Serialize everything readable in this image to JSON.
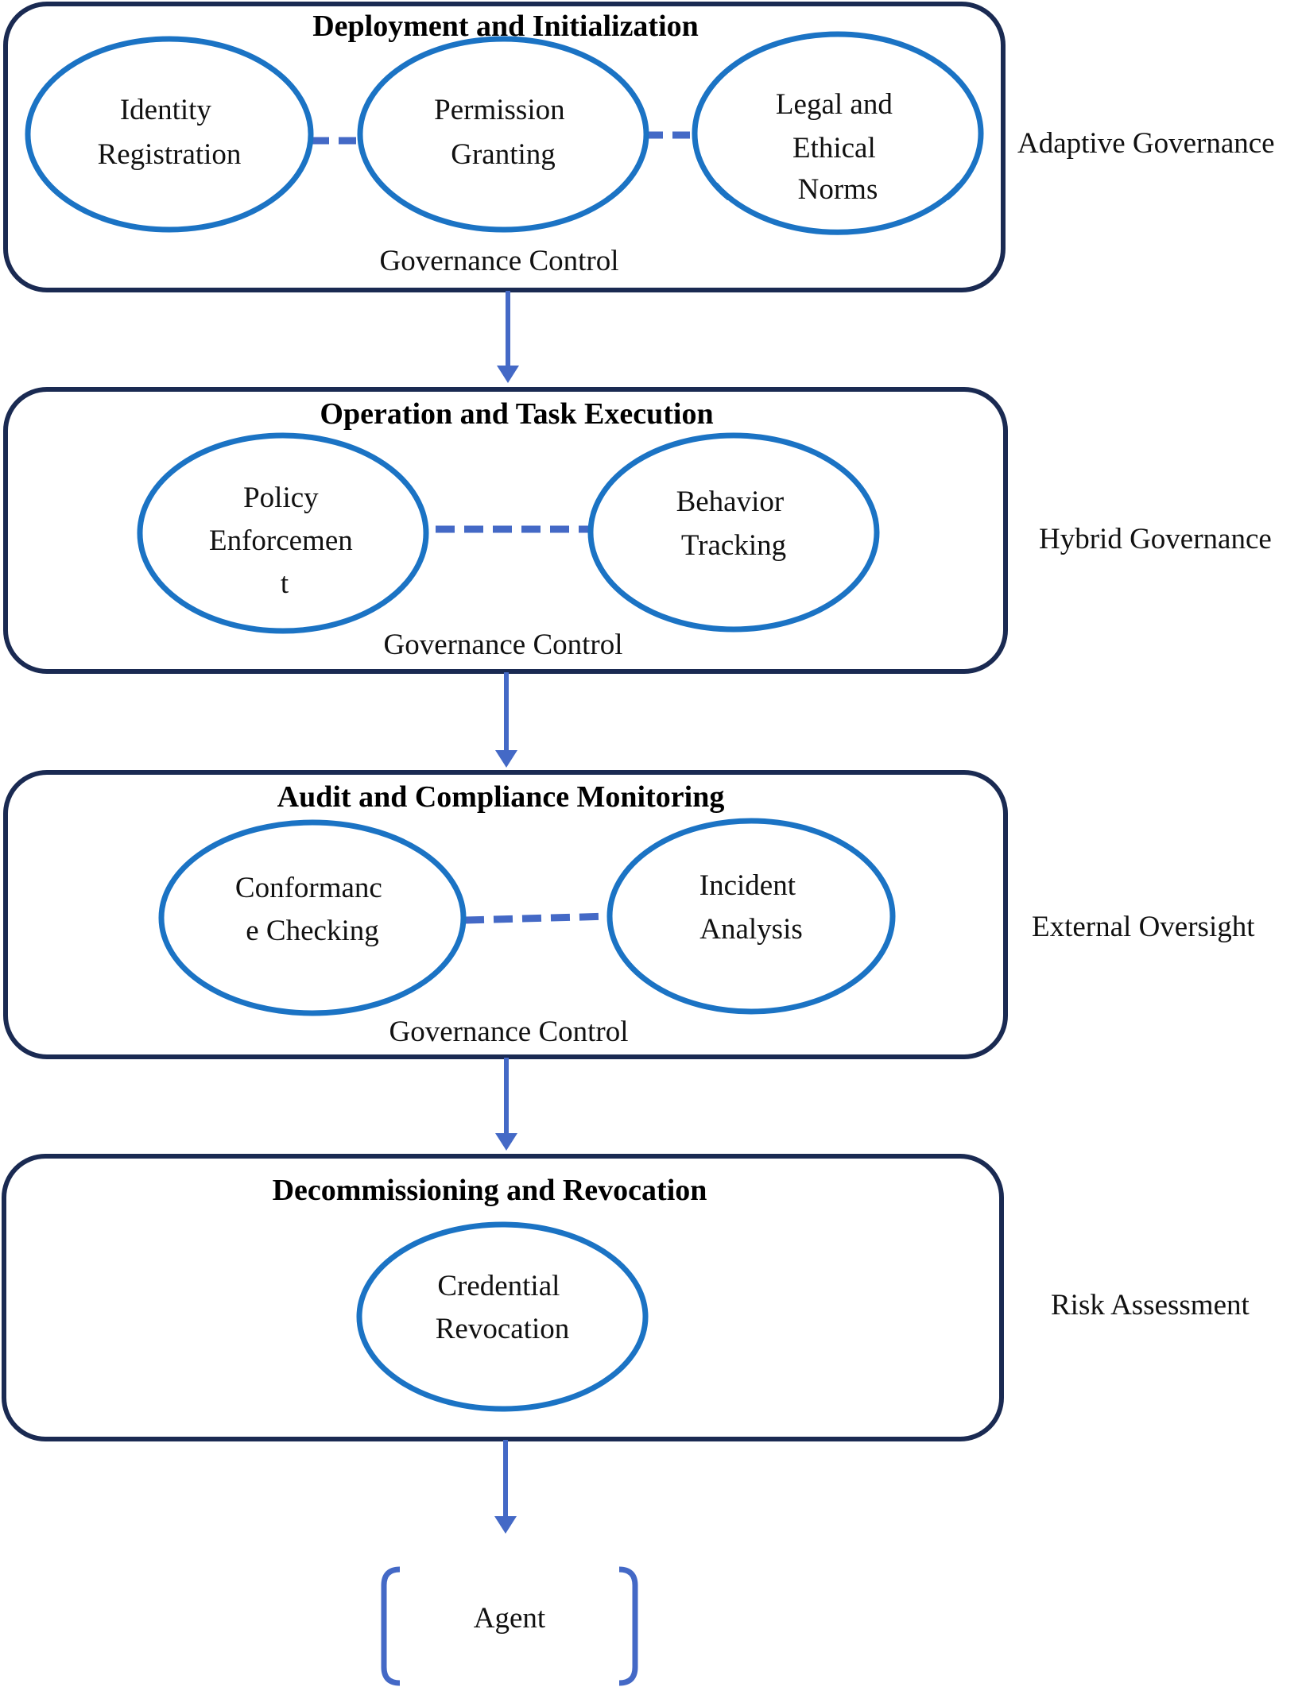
{
  "stages": [
    {
      "title": "Deployment and Initialization",
      "nodes": [
        {
          "lines": [
            "Identity",
            "Registration"
          ]
        },
        {
          "lines": [
            "Permission",
            "Granting"
          ]
        },
        {
          "lines": [
            "Legal and",
            "Ethical",
            "Norms"
          ]
        }
      ],
      "control": "Governance Control",
      "side": "Adaptive Governance"
    },
    {
      "title": "Operation and Task Execution",
      "nodes": [
        {
          "lines": [
            "Policy",
            "Enforcemen",
            "t"
          ]
        },
        {
          "lines": [
            "Behavior",
            "Tracking"
          ]
        }
      ],
      "control": "Governance Control",
      "side": "Hybrid Governance"
    },
    {
      "title": "Audit and Compliance Monitoring",
      "nodes": [
        {
          "lines": [
            "Conformanc",
            "e Checking"
          ]
        },
        {
          "lines": [
            "Incident",
            "Analysis"
          ]
        }
      ],
      "control": "Governance Control",
      "side": "External Oversight"
    },
    {
      "title": "Decommissioning and Revocation",
      "nodes": [
        {
          "lines": [
            "Credential",
            "Revocation"
          ]
        }
      ],
      "control": "",
      "side": "Risk Assessment"
    }
  ],
  "agent": {
    "label": "Agent"
  },
  "colors": {
    "frame": "#1a2a52",
    "ellipse": "#1b73c4",
    "connector": "#4469c6",
    "arrow": "#4469c6"
  }
}
